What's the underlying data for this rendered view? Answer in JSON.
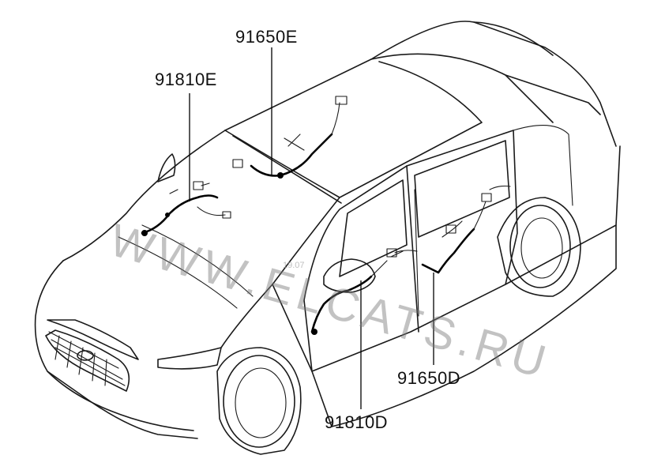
{
  "labels": {
    "front_harness": "91810E",
    "front_roof_harness": "91650E",
    "rear_harness": "91810D",
    "rear_door_harness": "91650D"
  },
  "watermark": {
    "text": "WWW.ELCATS.RU",
    "small_text": "19.07"
  }
}
